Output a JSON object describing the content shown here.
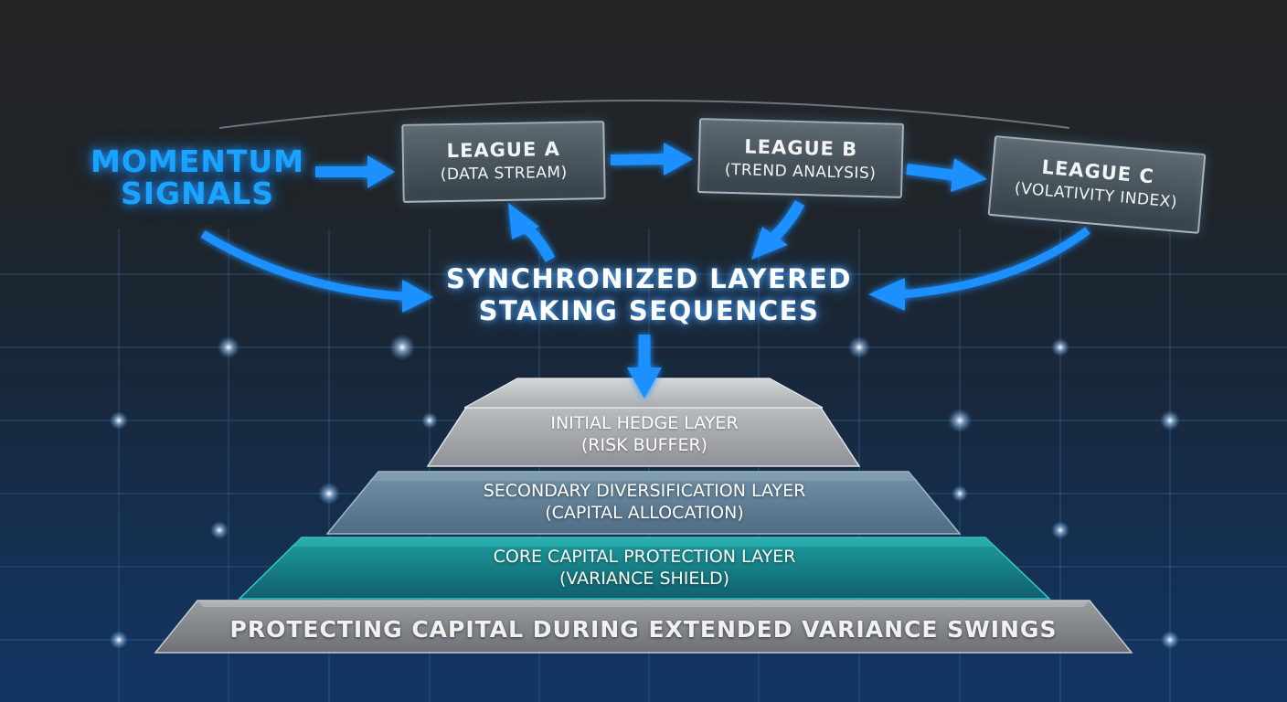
{
  "signals": {
    "line1": "MOMENTUM",
    "line2": "SIGNALS"
  },
  "leagues": [
    {
      "name": "LEAGUE A",
      "sub": "(DATA STREAM)"
    },
    {
      "name": "LEAGUE B",
      "sub": "(TREND ANALYSIS)"
    },
    {
      "name": "LEAGUE C",
      "sub": "(VOLATIVITY INDEX)"
    }
  ],
  "sync": {
    "line1": "SYNCHRONIZED LAYERED",
    "line2": "STAKING SEQUENCES"
  },
  "layers": [
    {
      "title": "INITIAL HEDGE LAYER",
      "sub": "(RISK BUFFER)"
    },
    {
      "title": "SECONDARY DIVERSIFICATION LAYER",
      "sub": "(CAPITAL ALLOCATION)"
    },
    {
      "title": "CORE CAPITAL PROTECTION LAYER",
      "sub": "(VARIANCE SHIELD)"
    }
  ],
  "base": {
    "text": "PROTECTING CAPITAL DURING EXTENDED VARIANCE SWINGS"
  },
  "colors": {
    "accent": "#1aa3ff",
    "arrow": "#1e90ff",
    "core_layer": "#1f8f92",
    "secondary_layer": "#5f7f96"
  }
}
